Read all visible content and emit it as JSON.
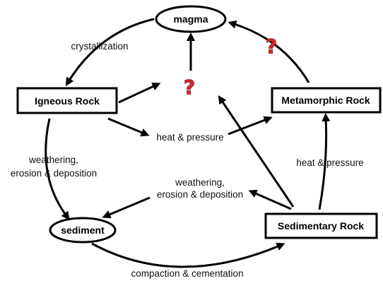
{
  "nodes": {
    "magma": "magma",
    "igneous": "Igneous Rock",
    "metamorphic": "Metamorphic Rock",
    "sediment": "sediment",
    "sedimentary": "Sedimentary Rock"
  },
  "labels": {
    "crystallization": "crystallization",
    "heat_pressure_center": "heat & pressure",
    "heat_pressure_right": "heat & pressure",
    "weathering_left_1": "weathering,",
    "weathering_left_2": "erosion & deposition",
    "weathering_mid_1": "weathering,",
    "weathering_mid_2": "erosion & deposition",
    "compaction": "compaction & cementation",
    "question_center": "?",
    "question_right": "?"
  },
  "colors": {
    "question_mark": "#d02a2a",
    "arrow": "#000000",
    "box_border": "#000000"
  }
}
